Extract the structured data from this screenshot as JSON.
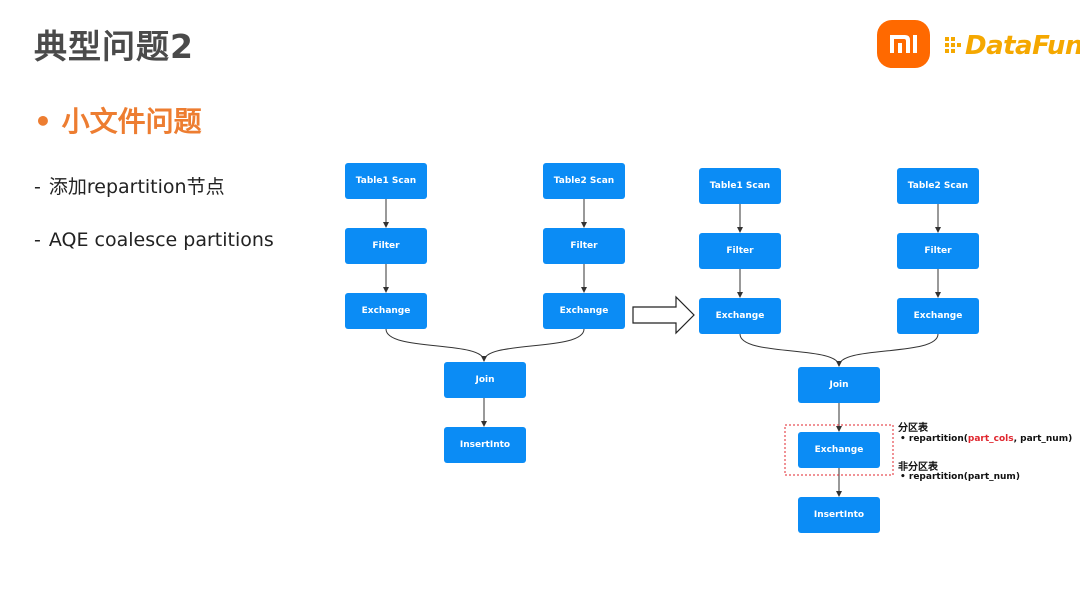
{
  "slide": {
    "title": "典型问题2",
    "bullet": "• 小文件问题",
    "subs": [
      {
        "dash": "-",
        "text": "添加repartition节点"
      },
      {
        "dash": "-",
        "text": "AQE coalesce partitions"
      }
    ]
  },
  "logos": {
    "mi_text": "mi",
    "datafun_text": "DataFun."
  },
  "colors": {
    "node_fill": "#0b8cf5",
    "accent_orange": "#ed7d31",
    "mi_orange": "#ff6900",
    "datafun_yellow": "#f5a800",
    "dashed_box": "#e0262e"
  },
  "diagram_left": {
    "table1": "Table1 Scan",
    "table2": "Table2 Scan",
    "filter1": "Filter",
    "filter2": "Filter",
    "exchange1": "Exchange",
    "exchange2": "Exchange",
    "join": "Join",
    "insert": "InsertInto"
  },
  "diagram_right": {
    "table1": "Table1 Scan",
    "table2": "Table2 Scan",
    "filter1": "Filter",
    "filter2": "Filter",
    "exchange1": "Exchange",
    "exchange2": "Exchange",
    "join": "Join",
    "exchange3": "Exchange",
    "insert": "InsertInto"
  },
  "annotation": {
    "partitioned_title": "分区表",
    "partitioned_prefix": "repartition(",
    "partitioned_red": "part_cols",
    "partitioned_suffix": ", part_num)",
    "nonpartitioned_title": "非分区表",
    "nonpartitioned_item": "repartition(part_num)"
  }
}
